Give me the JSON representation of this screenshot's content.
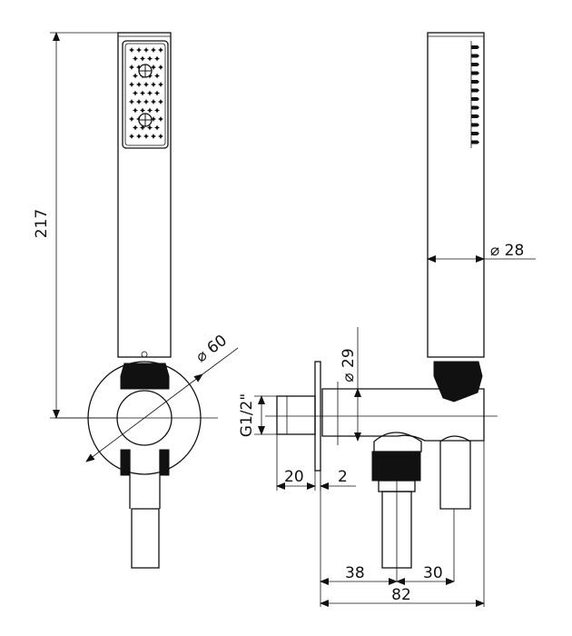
{
  "dimensions": {
    "handset_length": "217",
    "bracket_diameter": "⌀ 60",
    "handset_diameter": "⌀ 28",
    "elbow_diameter": "⌀ 29",
    "thread": "G1/2\"",
    "wall_plate_offset": "20",
    "wall_plate_thickness": "2",
    "outlet_distance": "38",
    "holder_distance": "30",
    "total_depth": "82"
  },
  "colors": {
    "line": "#111111",
    "background": "#ffffff"
  }
}
